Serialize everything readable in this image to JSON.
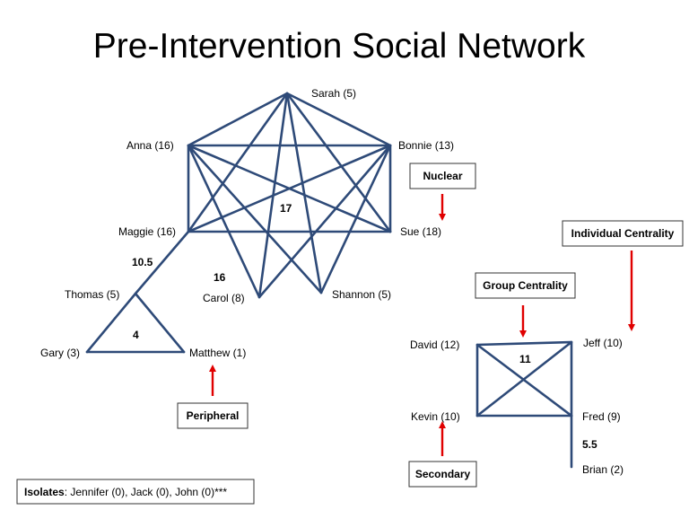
{
  "title": "Pre-Intervention Social Network",
  "nodes": {
    "sarah": "Sarah (5)",
    "anna": "Anna (16)",
    "bonnie": "Bonnie (13)",
    "maggie": "Maggie (16)",
    "sue": "Sue (18)",
    "carol": "Carol (8)",
    "shannon": "Shannon (5)",
    "thomas": "Thomas (5)",
    "gary": "Gary (3)",
    "matthew": "Matthew (1)",
    "david": "David (12)",
    "jeff": "Jeff (10)",
    "kevin": "Kevin (10)",
    "fred": "Fred (9)",
    "brian": "Brian (2)"
  },
  "numbers": {
    "core": "17",
    "carol_link": "16",
    "thomas_link": "10.5",
    "triangle": "4",
    "square": "11",
    "brian_link": "5.5"
  },
  "callouts": {
    "nuclear": "Nuclear",
    "individual_centrality": "Individual Centrality",
    "group_centrality": "Group Centrality",
    "peripheral": "Peripheral",
    "secondary": "Secondary"
  },
  "isolates": {
    "label": "Isolates",
    "text": ": Jennifer (0), Jack (0), John (0)***"
  },
  "colors": {
    "edge": "#2e4a78",
    "arrow": "#e00000"
  }
}
